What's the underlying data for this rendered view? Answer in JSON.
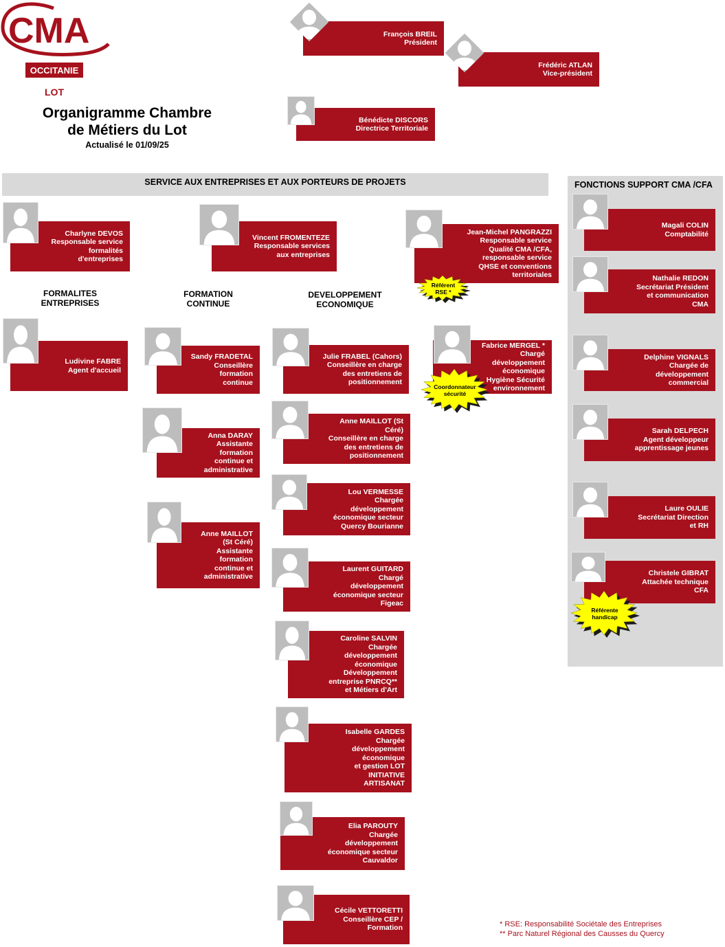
{
  "logo": {
    "mark": "CMA",
    "region": "OCCITANIE",
    "dept": "LOT"
  },
  "title": {
    "line1": "Organigramme Chambre",
    "line2": "de Métiers du Lot",
    "updated": "Actualisé le 01/09/25"
  },
  "colors": {
    "card": "#a6111d",
    "panel": "#d9d9d9",
    "burst": "#ffff00"
  },
  "leadership": [
    {
      "name": "François BREIL",
      "role": "Président"
    },
    {
      "name": "Frédéric ATLAN",
      "role": "Vice-président"
    },
    {
      "name": "Bénédicte DISCORS",
      "role": "Directrice Territoriale"
    }
  ],
  "service_band": "SERVICE AUX ENTREPRISES ET AUX PORTEURS DE PROJETS",
  "managers": [
    {
      "name": "Charlyne DEVOS",
      "role": "Responsable service\nformalités\nd'entreprises"
    },
    {
      "name": "Vincent FROMENTEZE",
      "role": "Responsable services\naux entreprises"
    },
    {
      "name": "Jean-Michel PANGRAZZI",
      "role": "Responsable service\nQualité CMA /CFA,\nresponsable service\nQHSE et conventions\nterritoriales"
    }
  ],
  "sections": {
    "formalites": "FORMALITES\nENTREPRISES",
    "formation": "FORMATION\nCONTINUE",
    "developpement": "DEVELOPPEMENT\nECONOMIQUE"
  },
  "formalites_staff": [
    {
      "name": "Ludivine FABRE",
      "role": "Agent d'accueil"
    }
  ],
  "formation_staff": [
    {
      "name": "Sandy FRADETAL",
      "role": "Conseillère\nformation\ncontinue"
    },
    {
      "name": "Anna DARAY",
      "role": "Assistante\nformation\ncontinue et\nadministrative"
    },
    {
      "name": "Anne MAILLOT",
      "role": "(St Céré)\nAssistante\nformation\ncontinue et\nadministrative"
    }
  ],
  "developpement_staff": [
    {
      "name": "Julie FRABEL (Cahors)",
      "role": "Conseillère en charge\ndes entretiens de\npositionnement"
    },
    {
      "name": "Anne MAILLOT (St",
      "role": "Céré)\nConseillère en charge\ndes entretiens de\npositionnement"
    },
    {
      "name": "Lou VERMESSE",
      "role": "Chargée\ndéveloppement\néconomique secteur\nQuercy Bourianne"
    },
    {
      "name": "Laurent GUITARD",
      "role": "Chargé\ndéveloppement\néconomique secteur\nFigeac"
    },
    {
      "name": "Caroline SALVIN",
      "role": "Chargée\ndéveloppement\néconomique\nDéveloppement\nentreprise PNRCQ**\net Métiers d'Art"
    },
    {
      "name": "Isabelle GARDES",
      "role": "Chargée\ndéveloppement\néconomique\net gestion LOT\nINITIATIVE\nARTISANAT"
    },
    {
      "name": "Elia PAROUTY",
      "role": "Chargée\ndéveloppement\néconomique secteur\nCauvaldor"
    },
    {
      "name": "Cécile VETTORETTI",
      "role": "Conseillère CEP /\nFormation"
    }
  ],
  "qualite_staff": [
    {
      "name": "Fabrice MERGEL *",
      "role": "Chargé\ndéveloppement\néconomique\nHygiène Sécurité\nenvironnement"
    }
  ],
  "support": {
    "title": "FONCTIONS SUPPORT CMA /CFA",
    "staff": [
      {
        "name": "Magali COLIN",
        "role": "Comptabilité"
      },
      {
        "name": "Nathalie REDON",
        "role": "Secrétariat Président\net communication\nCMA"
      },
      {
        "name": "Delphine VIGNALS",
        "role": "Chargée de\ndéveloppement\ncommercial"
      },
      {
        "name": "Sarah DELPECH",
        "role": "Agent développeur\napprentissage jeunes"
      },
      {
        "name": "Laure OULIE",
        "role": "Secrétariat Direction\net RH"
      },
      {
        "name": "Christele GIBRAT",
        "role": "Attachée technique\nCFA"
      }
    ]
  },
  "badges": {
    "rse": "Référent\nRSE *",
    "securite": "Coordonnateur\nsécurité",
    "handicap": "Référente\nhandicap"
  },
  "footnotes": {
    "rse": "* RSE: Responsabilité Sociétale des Entreprises",
    "pnrcq": "** Parc Naturel Régional des Causses du Quercy"
  }
}
